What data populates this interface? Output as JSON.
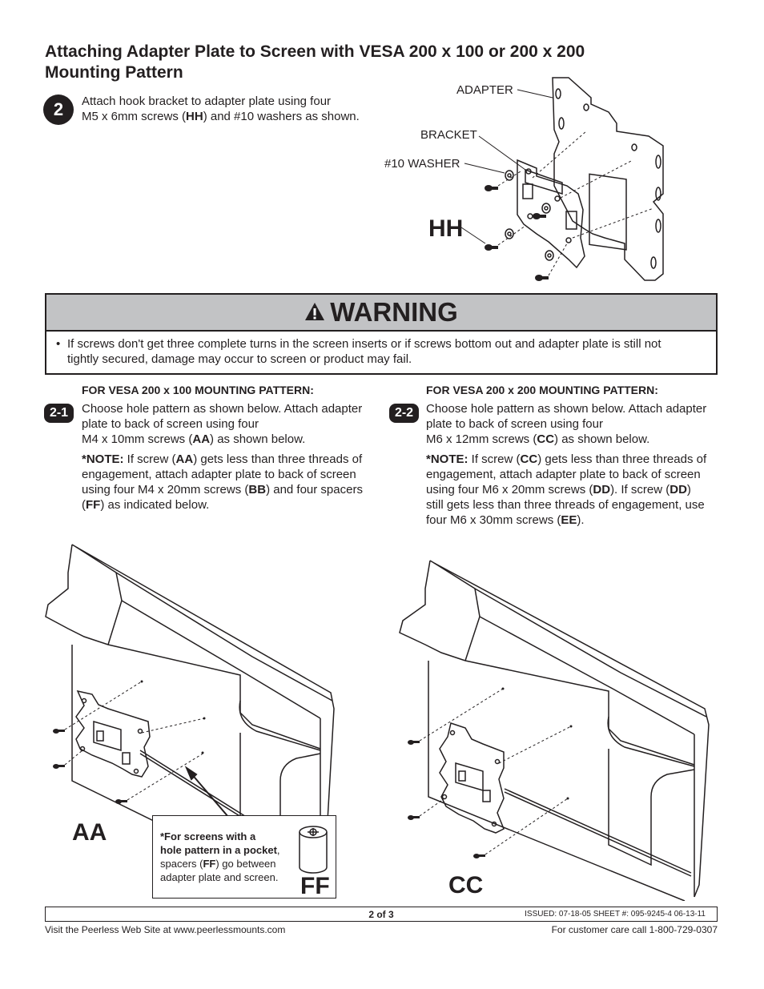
{
  "title": "Attaching Adapter Plate to Screen with VESA 200 x 100 or 200 x 200 Mounting Pattern",
  "step2": {
    "number": "2",
    "line1": "Attach hook bracket to adapter plate using four",
    "line2_pre": "M5 x 6mm screws (",
    "line2_bold": "HH",
    "line2_post": ") and #10 washers as shown."
  },
  "figure1": {
    "adapter_label": "ADAPTER",
    "bracket_label": "BRACKET",
    "washer_label": "#10 WASHER",
    "screw_label": "HH"
  },
  "warning": {
    "title": "WARNING",
    "bullet": "•",
    "line1": "If screws don't get three complete turns in the screen inserts or if screws bottom out and adapter plate is still not",
    "line2": "tightly secured, damage may occur to screen or product may fail."
  },
  "step21": {
    "heading": "FOR VESA 200 x 100 MOUNTING PATTERN:",
    "badge": "2-1",
    "line1": "Choose hole pattern as shown below. Attach adapter",
    "line2": "plate to back of screen using four",
    "line3_pre": "M4 x 10mm screws (",
    "line3_bold": "AA",
    "line3_post": ") as shown below.",
    "note_label": "*NOTE:",
    "n1_pre": " If screw (",
    "n1_bold": "AA",
    "n1_post": ") gets less than three threads of",
    "n2": "engagement, attach adapter plate to back of screen",
    "n3_pre": "using four M4 x 20mm screws (",
    "n3_bold": "BB",
    "n3_post": ") and four spacers",
    "n4_pre": "(",
    "n4_bold": "FF",
    "n4_post": ") as indicated below."
  },
  "step22": {
    "heading": "FOR VESA 200 x 200 MOUNTING PATTERN:",
    "badge": "2-2",
    "line1": "Choose hole pattern as shown below. Attach adapter",
    "line2": "plate to back of screen using four",
    "line3_pre": "M6 x 12mm screws (",
    "line3_bold": "CC",
    "line3_post": ") as shown below.",
    "note_label": "*NOTE:",
    "n1_pre": " If screw (",
    "n1_bold": "CC",
    "n1_post": ") gets less than three threads of",
    "n2": "engagement, attach adapter plate to back of screen",
    "n3_pre": "using four M6 x 20mm screws (",
    "n3_bold": "DD",
    "n3_post": "). If screw (",
    "n3_bold2": "DD",
    "n3_post2": ")",
    "n4": "still gets less than three threads of engagement, use",
    "n5_pre": "four M6 x 30mm screws (",
    "n5_bold": "EE",
    "n5_post": ")."
  },
  "callout": {
    "b1": "*For screens with a",
    "b2": "hole pattern in a pocket",
    "t2_post": ",",
    "t3_pre": "spacers (",
    "t3_bold": "FF",
    "t3_post": ") go between",
    "t4": "adapter plate and screen.",
    "spacer_label": "FF"
  },
  "labels": {
    "aa": "AA",
    "cc": "CC"
  },
  "footer": {
    "page": "2 of 3",
    "issued": "ISSUED: 07-18-05  SHEET #: 095-9245-4  06-13-11",
    "website": "Visit the Peerless Web Site at www.peerlessmounts.com",
    "care": "For customer care call 1-800-729-0307"
  }
}
